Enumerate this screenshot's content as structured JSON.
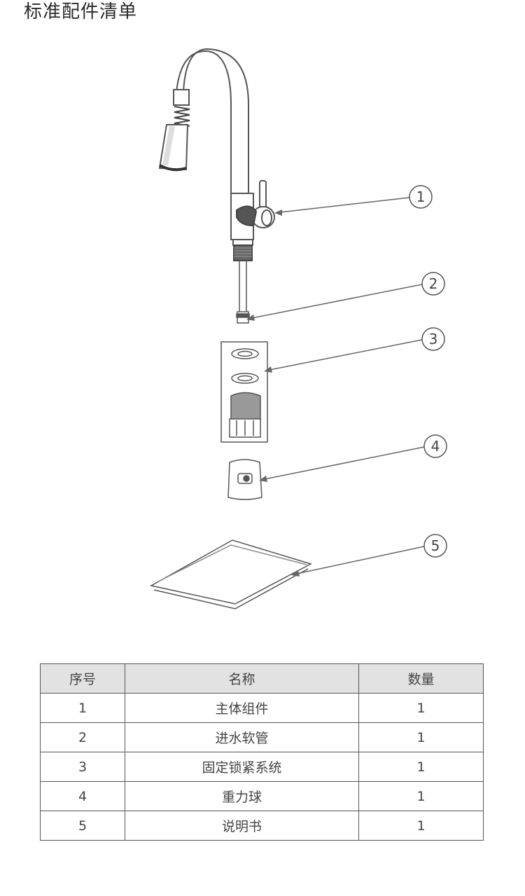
{
  "page": {
    "title": "标准配件清单"
  },
  "callouts": [
    "1",
    "2",
    "3",
    "4",
    "5"
  ],
  "table": {
    "headers": [
      "序号",
      "名称",
      "数量"
    ],
    "rows": [
      {
        "no": "1",
        "name": "主体组件",
        "qty": "1"
      },
      {
        "no": "2",
        "name": "进水软管",
        "qty": "1"
      },
      {
        "no": "3",
        "name": "固定锁紧系统",
        "qty": "1"
      },
      {
        "no": "4",
        "name": "重力球",
        "qty": "1"
      },
      {
        "no": "5",
        "name": "说明书",
        "qty": "1"
      }
    ]
  }
}
